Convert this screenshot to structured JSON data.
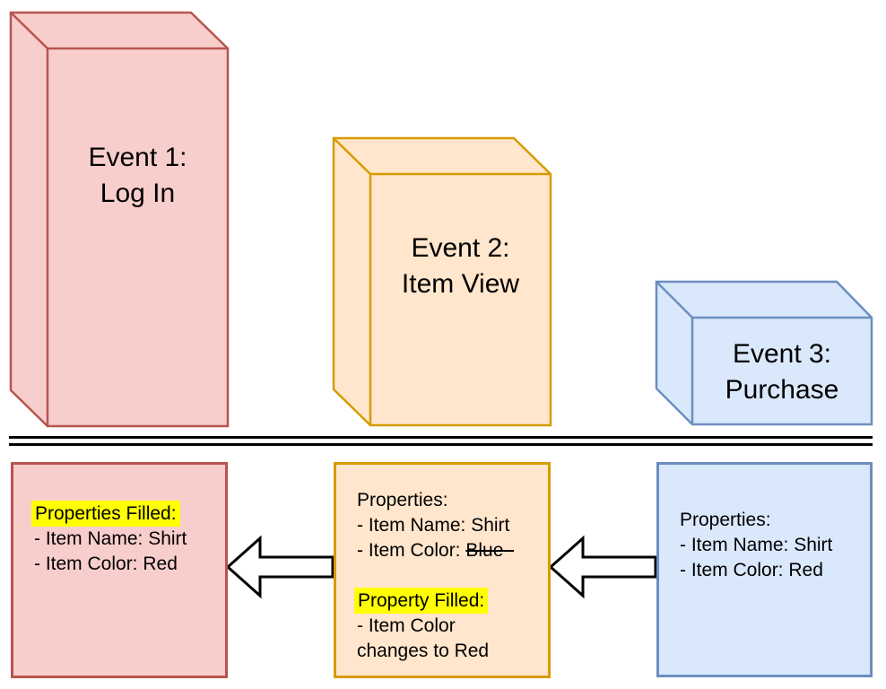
{
  "colors": {
    "event1_fill": "#F8CECC",
    "event1_stroke": "#B85450",
    "event2_fill": "#FFE6CC",
    "event2_stroke": "#D79B00",
    "event3_fill": "#DAE8FC",
    "event3_stroke": "#6C8EBF",
    "highlight": "#FFFF00",
    "arrow_fill": "#FFFFFF",
    "line_color": "#000000"
  },
  "events": [
    {
      "id": "event-1",
      "lines": [
        "Event 1:",
        "Log In"
      ]
    },
    {
      "id": "event-2",
      "lines": [
        "Event 2:",
        "Item View"
      ]
    },
    {
      "id": "event-3",
      "lines": [
        "Event 3:",
        "Purchase"
      ]
    }
  ],
  "property_boxes": [
    {
      "id": "login-properties",
      "lines": [
        {
          "text": "Properties Filled:",
          "highlight": true
        },
        {
          "text": "- Item Name: Shirt"
        },
        {
          "text": "- Item Color: Red"
        }
      ]
    },
    {
      "id": "item-view-properties",
      "lines": [
        {
          "text": "Properties:"
        },
        {
          "text": "- Item Name: Shirt"
        },
        {
          "segments": [
            {
              "text": "- Item Color: "
            },
            {
              "text": "Blue",
              "strike": true
            }
          ]
        },
        {
          "text": ""
        },
        {
          "text": "Property Filled:",
          "highlight": true
        },
        {
          "text": "- Item Color"
        },
        {
          "text": "changes to Red"
        }
      ]
    },
    {
      "id": "purchase-properties",
      "lines": [
        {
          "text": "Properties:"
        },
        {
          "text": "- Item Name: Shirt"
        },
        {
          "text": "- Item Color: Red"
        }
      ]
    }
  ],
  "arrows": [
    {
      "id": "itemview-to-login",
      "direction": "left"
    },
    {
      "id": "purchase-to-itemview",
      "direction": "left"
    }
  ]
}
